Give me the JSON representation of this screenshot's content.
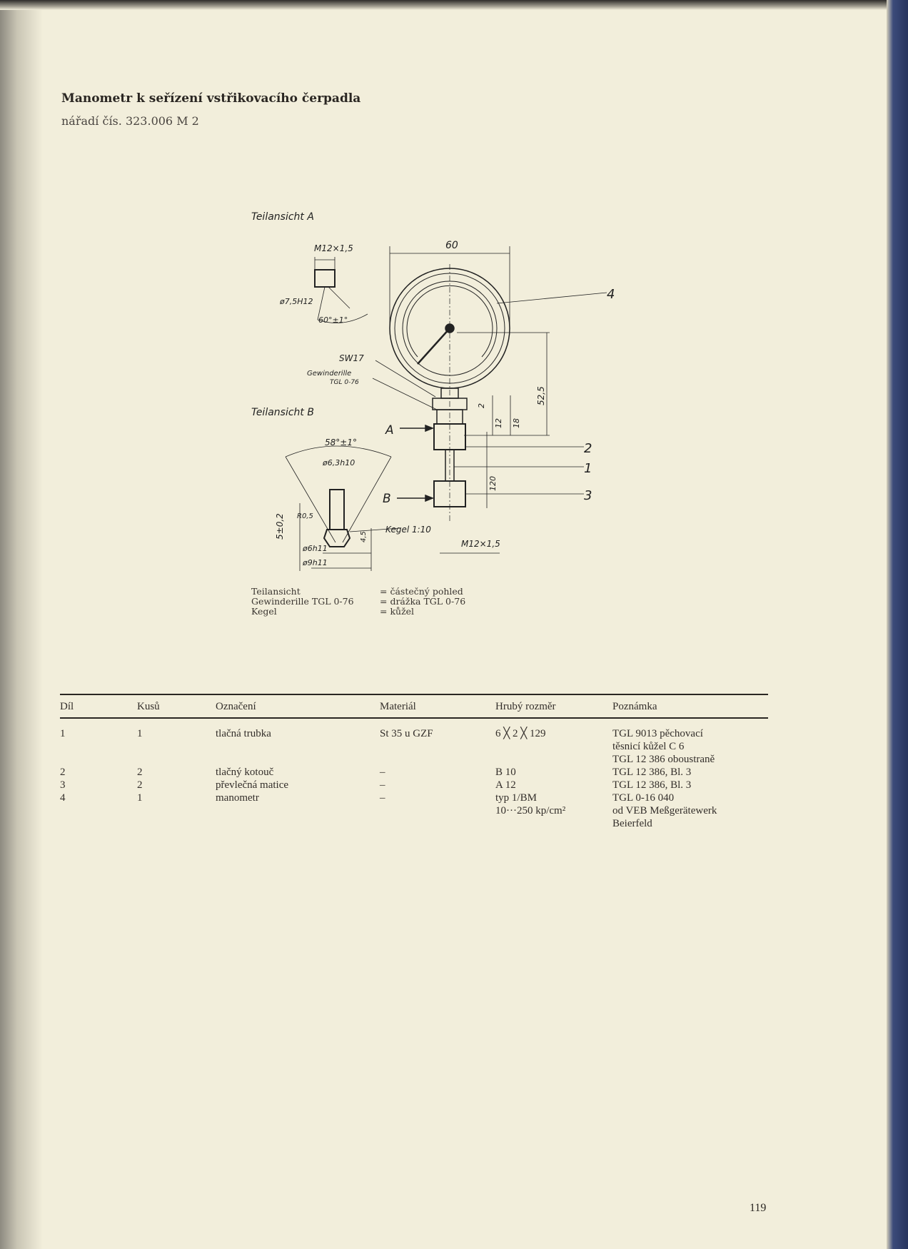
{
  "title": "Manometr k seřízení vstřikovacího čerpadla",
  "subtitle": "nářadí čís. 323.006 M 2",
  "drawing": {
    "teilansicht_a": "Teilansicht A",
    "m12_top": "M12×1,5",
    "d60": "60",
    "ref4": "4",
    "d75": "ø7,5H12",
    "a60": "60°±1°",
    "sw17": "SW17",
    "gewinderille": "Gewinderille",
    "tgl076": "TGL 0-76",
    "teilansicht_b": "Teilansicht B",
    "a58": "58°±1°",
    "d63": "ø6,3h10",
    "arrow_a": "A",
    "arrow_b": "B",
    "ref2": "2",
    "ref1": "1",
    "ref3": "3",
    "d525": "52,5",
    "d2": "2",
    "d12": "12",
    "d18": "18",
    "d120": "120",
    "kegel": "Kegel 1:10",
    "m12_bottom": "M12×1,5",
    "d6": "ø6h11",
    "d9": "ø9h11",
    "d45": "4,5",
    "d5": "5±0,2",
    "r05": "R0,5"
  },
  "legend": [
    {
      "term": "Teilansicht",
      "meaning": "= částečný pohled"
    },
    {
      "term": "Gewinderille TGL 0-76",
      "meaning": "= drážka TGL 0-76"
    },
    {
      "term": "Kegel",
      "meaning": "= kůžel"
    }
  ],
  "table": {
    "headers": [
      "Díl",
      "Kusů",
      "Označení",
      "Materiál",
      "Hrubý rozměr",
      "Poznámka"
    ],
    "rows": [
      [
        "1",
        "1",
        "tlačná trubka",
        "St 35 u GZF",
        "6 ╳ 2 ╳ 129",
        "TGL 9013 pěchovací"
      ],
      [
        "",
        "",
        "",
        "",
        "",
        "těsnicí kůžel C 6"
      ],
      [
        "",
        "",
        "",
        "",
        "",
        "TGL 12 386 oboustraně"
      ],
      [
        "2",
        "2",
        "tlačný kotouč",
        "–",
        "B 10",
        "TGL 12 386, Bl. 3"
      ],
      [
        "3",
        "2",
        "převlečná matice",
        "–",
        "A 12",
        "TGL 12 386, Bl. 3"
      ],
      [
        "4",
        "1",
        "manometr",
        "–",
        "typ 1/BM",
        "TGL 0-16 040"
      ],
      [
        "",
        "",
        "",
        "",
        "10···250 kp/cm²",
        "od VEB Meßgerätewerk"
      ],
      [
        "",
        "",
        "",
        "",
        "",
        "Beierfeld"
      ]
    ]
  },
  "page_number": "119"
}
